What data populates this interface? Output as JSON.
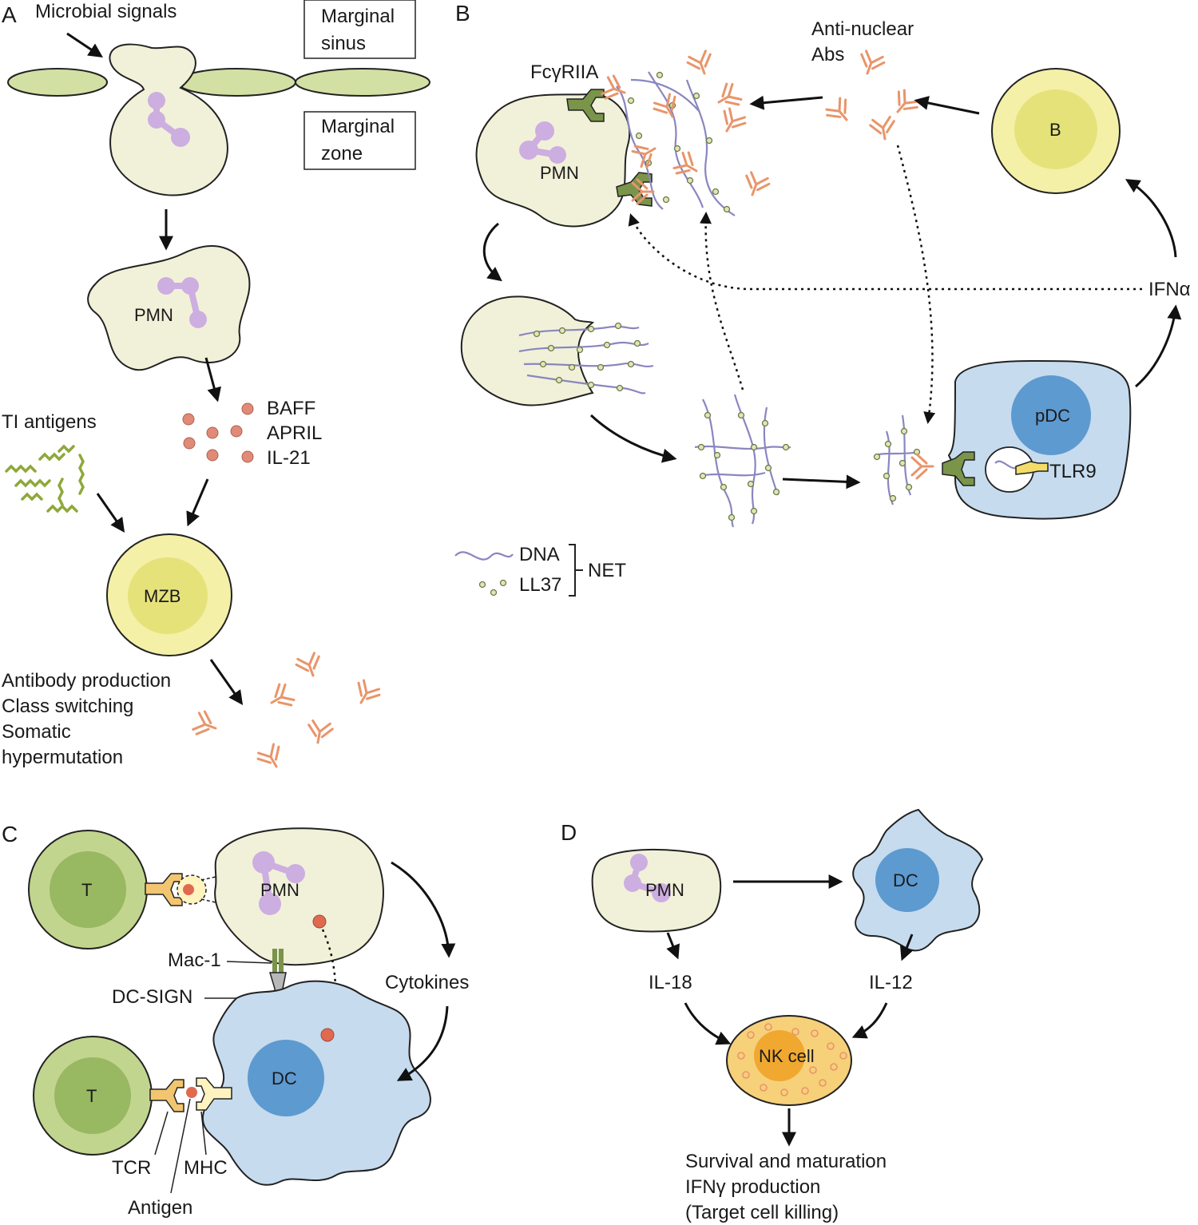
{
  "panels": {
    "a": "A",
    "b": "B",
    "c": "C",
    "d": "D"
  },
  "panel_a": {
    "microbial_signals": "Microbial signals",
    "marginal_sinus": [
      "Marginal",
      "sinus"
    ],
    "marginal_zone": [
      "Marginal",
      "zone"
    ],
    "pmn": "PMN",
    "cytokines": [
      "BAFF",
      "APRIL",
      "IL-21"
    ],
    "ti_antigens": "TI antigens",
    "mzb": "MZB",
    "outcomes": [
      "Antibody production",
      "Class switching",
      "Somatic",
      "hypermutation"
    ]
  },
  "panel_b": {
    "receptor": "FcγRIIA",
    "pmn": "PMN",
    "antibodies": [
      "Anti-nuclear",
      "Abs"
    ],
    "b_cell": "B",
    "pdc": "pDC",
    "tlr9": "TLR9",
    "ifn": "IFNα",
    "legend": {
      "dna": "DNA",
      "ll37": "LL37",
      "net": "NET"
    }
  },
  "panel_c": {
    "t_top": "T",
    "pmn": "PMN",
    "mac1": "Mac-1",
    "dcsign": "DC-SIGN",
    "cytokines": "Cytokines",
    "dc": "DC",
    "t_bottom": "T",
    "tcr": "TCR",
    "mhc": "MHC",
    "antigen": "Antigen"
  },
  "panel_d": {
    "pmn": "PMN",
    "dc": "DC",
    "il18": "IL-18",
    "il12": "IL-12",
    "nk": "NK cell",
    "outcomes": [
      "Survival and maturation",
      "IFNγ production",
      "(Target cell killing)"
    ]
  },
  "colors": {
    "pmn_fill": "#f1f1d9",
    "nucleus_pmn": "#cdaee0",
    "b_cell_fill": "#f4f0a8",
    "dc_fill": "#c6dbee",
    "dc_nucleus": "#5d9ad0",
    "t_cell_fill": "#c2d58e",
    "t_nucleus": "#98b862",
    "antibody": "#e8956a",
    "cytokine_dot": "#e08a78",
    "nk_fill": "#f7d07a",
    "receptor_green": "#7a944a",
    "dna": "#8a86c0"
  }
}
